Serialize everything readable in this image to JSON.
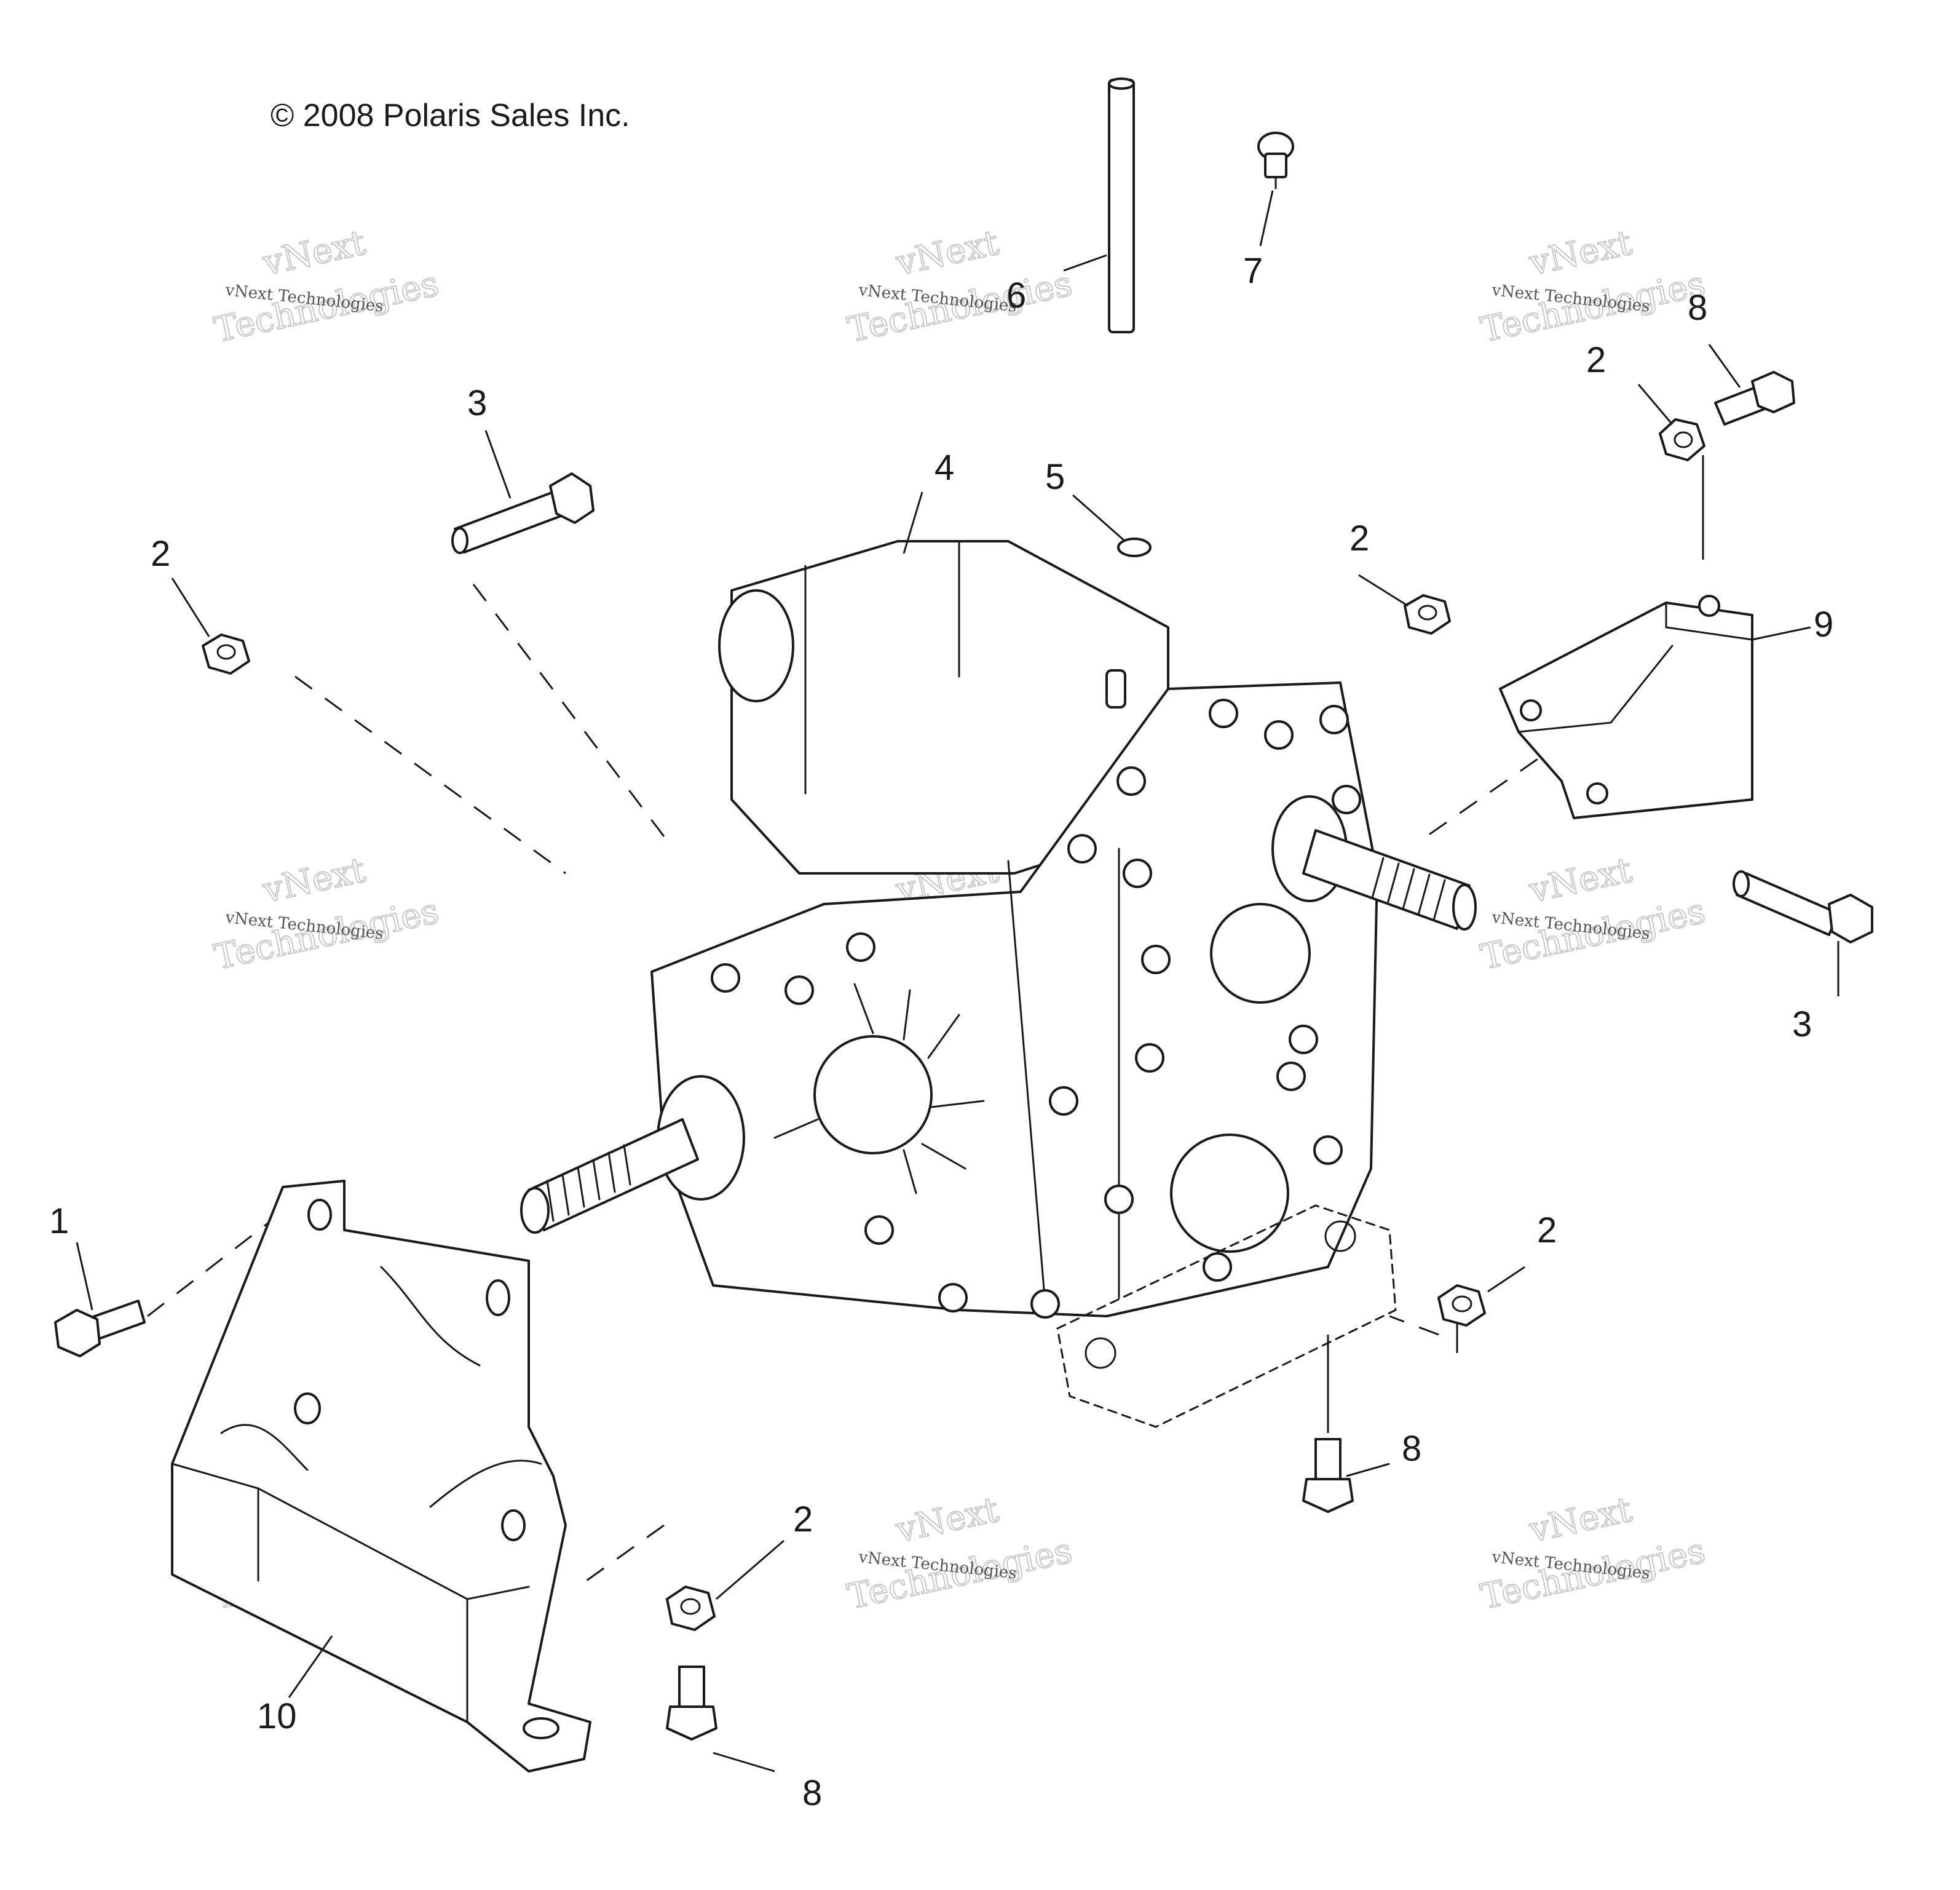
{
  "copyright": "© 2008 Polaris Sales Inc.",
  "watermark": {
    "line1": "vNext Technologies",
    "line2": "vNext",
    "line3": "Technologies"
  },
  "callouts": {
    "c1": "1",
    "c2a": "2",
    "c2b": "2",
    "c2c": "2",
    "c2d": "2",
    "c2e": "2",
    "c3a": "3",
    "c3b": "3",
    "c4": "4",
    "c5": "5",
    "c6": "6",
    "c7": "7",
    "c8a": "8",
    "c8b": "8",
    "c8c": "8",
    "c9": "9",
    "c10": "10"
  }
}
